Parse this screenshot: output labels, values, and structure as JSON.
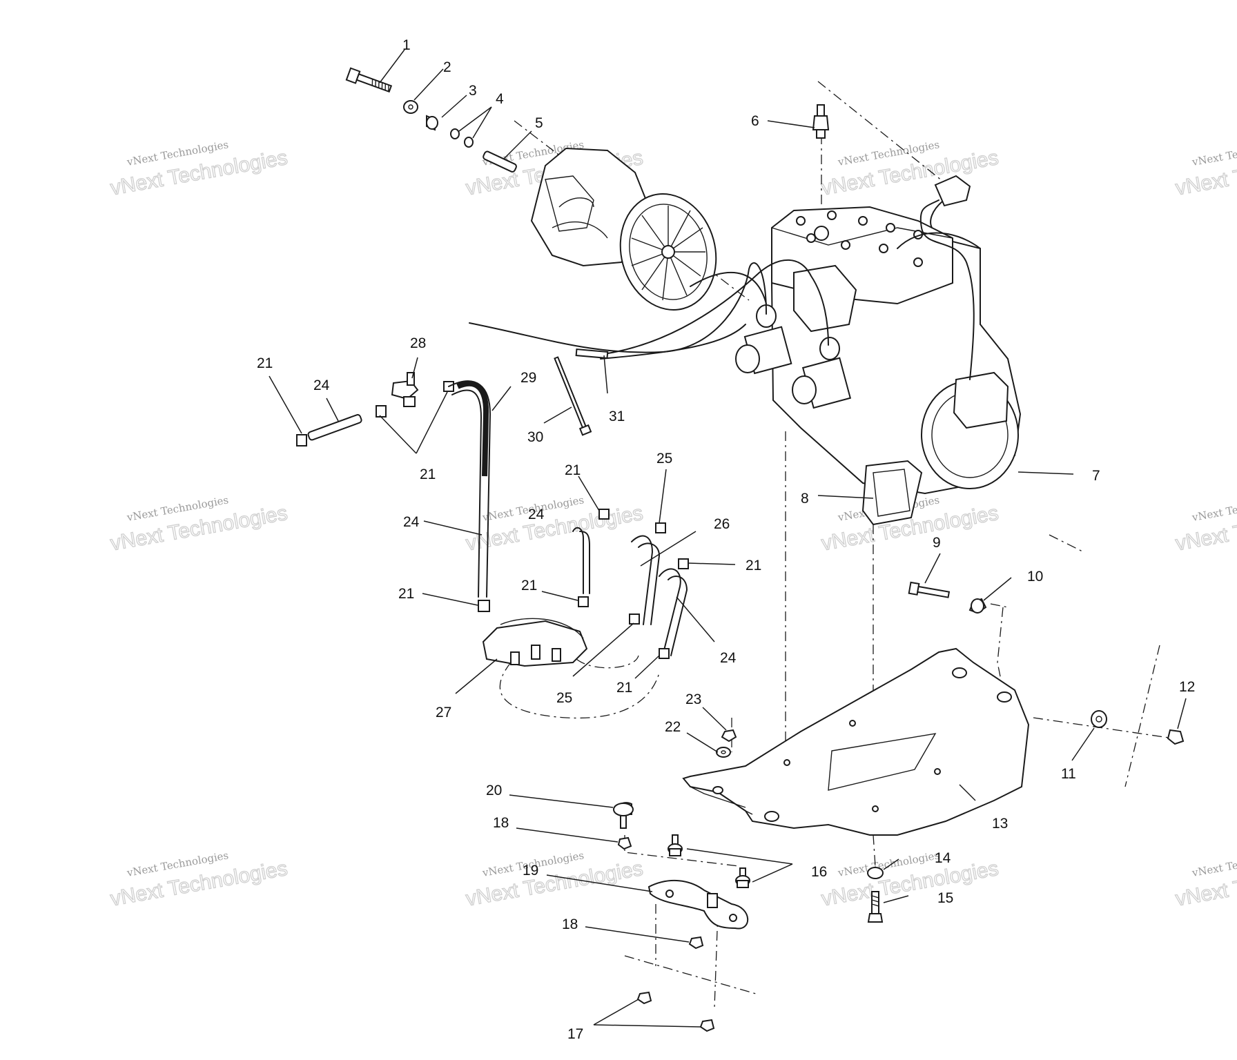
{
  "watermark": {
    "line1": "vNext Technologies",
    "line2": "vNext Technologies"
  },
  "callouts": [
    {
      "id": "c1",
      "label": "1"
    },
    {
      "id": "c2",
      "label": "2"
    },
    {
      "id": "c3",
      "label": "3"
    },
    {
      "id": "c4",
      "label": "4"
    },
    {
      "id": "c5",
      "label": "5"
    },
    {
      "id": "c6",
      "label": "6"
    },
    {
      "id": "c7",
      "label": "7"
    },
    {
      "id": "c8",
      "label": "8"
    },
    {
      "id": "c9",
      "label": "9"
    },
    {
      "id": "c10",
      "label": "10"
    },
    {
      "id": "c11",
      "label": "11"
    },
    {
      "id": "c12",
      "label": "12"
    },
    {
      "id": "c13",
      "label": "13"
    },
    {
      "id": "c14",
      "label": "14"
    },
    {
      "id": "c15",
      "label": "15"
    },
    {
      "id": "c16",
      "label": "16"
    },
    {
      "id": "c17",
      "label": "17"
    },
    {
      "id": "c18a",
      "label": "18"
    },
    {
      "id": "c18b",
      "label": "18"
    },
    {
      "id": "c19",
      "label": "19"
    },
    {
      "id": "c20",
      "label": "20"
    },
    {
      "id": "c21a",
      "label": "21"
    },
    {
      "id": "c21b",
      "label": "21"
    },
    {
      "id": "c21c",
      "label": "21"
    },
    {
      "id": "c21d",
      "label": "21"
    },
    {
      "id": "c21e",
      "label": "21"
    },
    {
      "id": "c21f",
      "label": "21"
    },
    {
      "id": "c21g",
      "label": "21"
    },
    {
      "id": "c21h",
      "label": "21"
    },
    {
      "id": "c22",
      "label": "22"
    },
    {
      "id": "c23",
      "label": "23"
    },
    {
      "id": "c24a",
      "label": "24"
    },
    {
      "id": "c24b",
      "label": "24"
    },
    {
      "id": "c24c",
      "label": "24"
    },
    {
      "id": "c24d",
      "label": "24"
    },
    {
      "id": "c25a",
      "label": "25"
    },
    {
      "id": "c25b",
      "label": "25"
    },
    {
      "id": "c26",
      "label": "26"
    },
    {
      "id": "c27",
      "label": "27"
    },
    {
      "id": "c28",
      "label": "28"
    },
    {
      "id": "c29",
      "label": "29"
    },
    {
      "id": "c30",
      "label": "30"
    },
    {
      "id": "c31",
      "label": "31"
    }
  ]
}
